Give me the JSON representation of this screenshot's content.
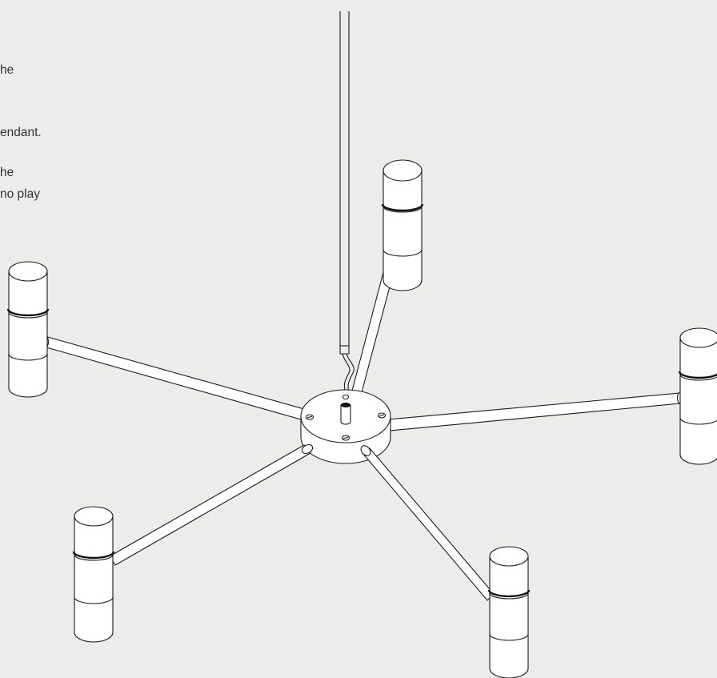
{
  "caption": {
    "lines": [
      "he",
      "endant.",
      "he",
      "no play"
    ]
  },
  "diagram": {
    "parts": [
      "suspension-rod",
      "wire",
      "canopy-hub",
      "arm",
      "light-cylinder",
      "screw"
    ],
    "colors": {
      "background": "#ececea",
      "stroke": "#1a1a1a",
      "fill": "#ffffff",
      "text": "#333333"
    }
  }
}
